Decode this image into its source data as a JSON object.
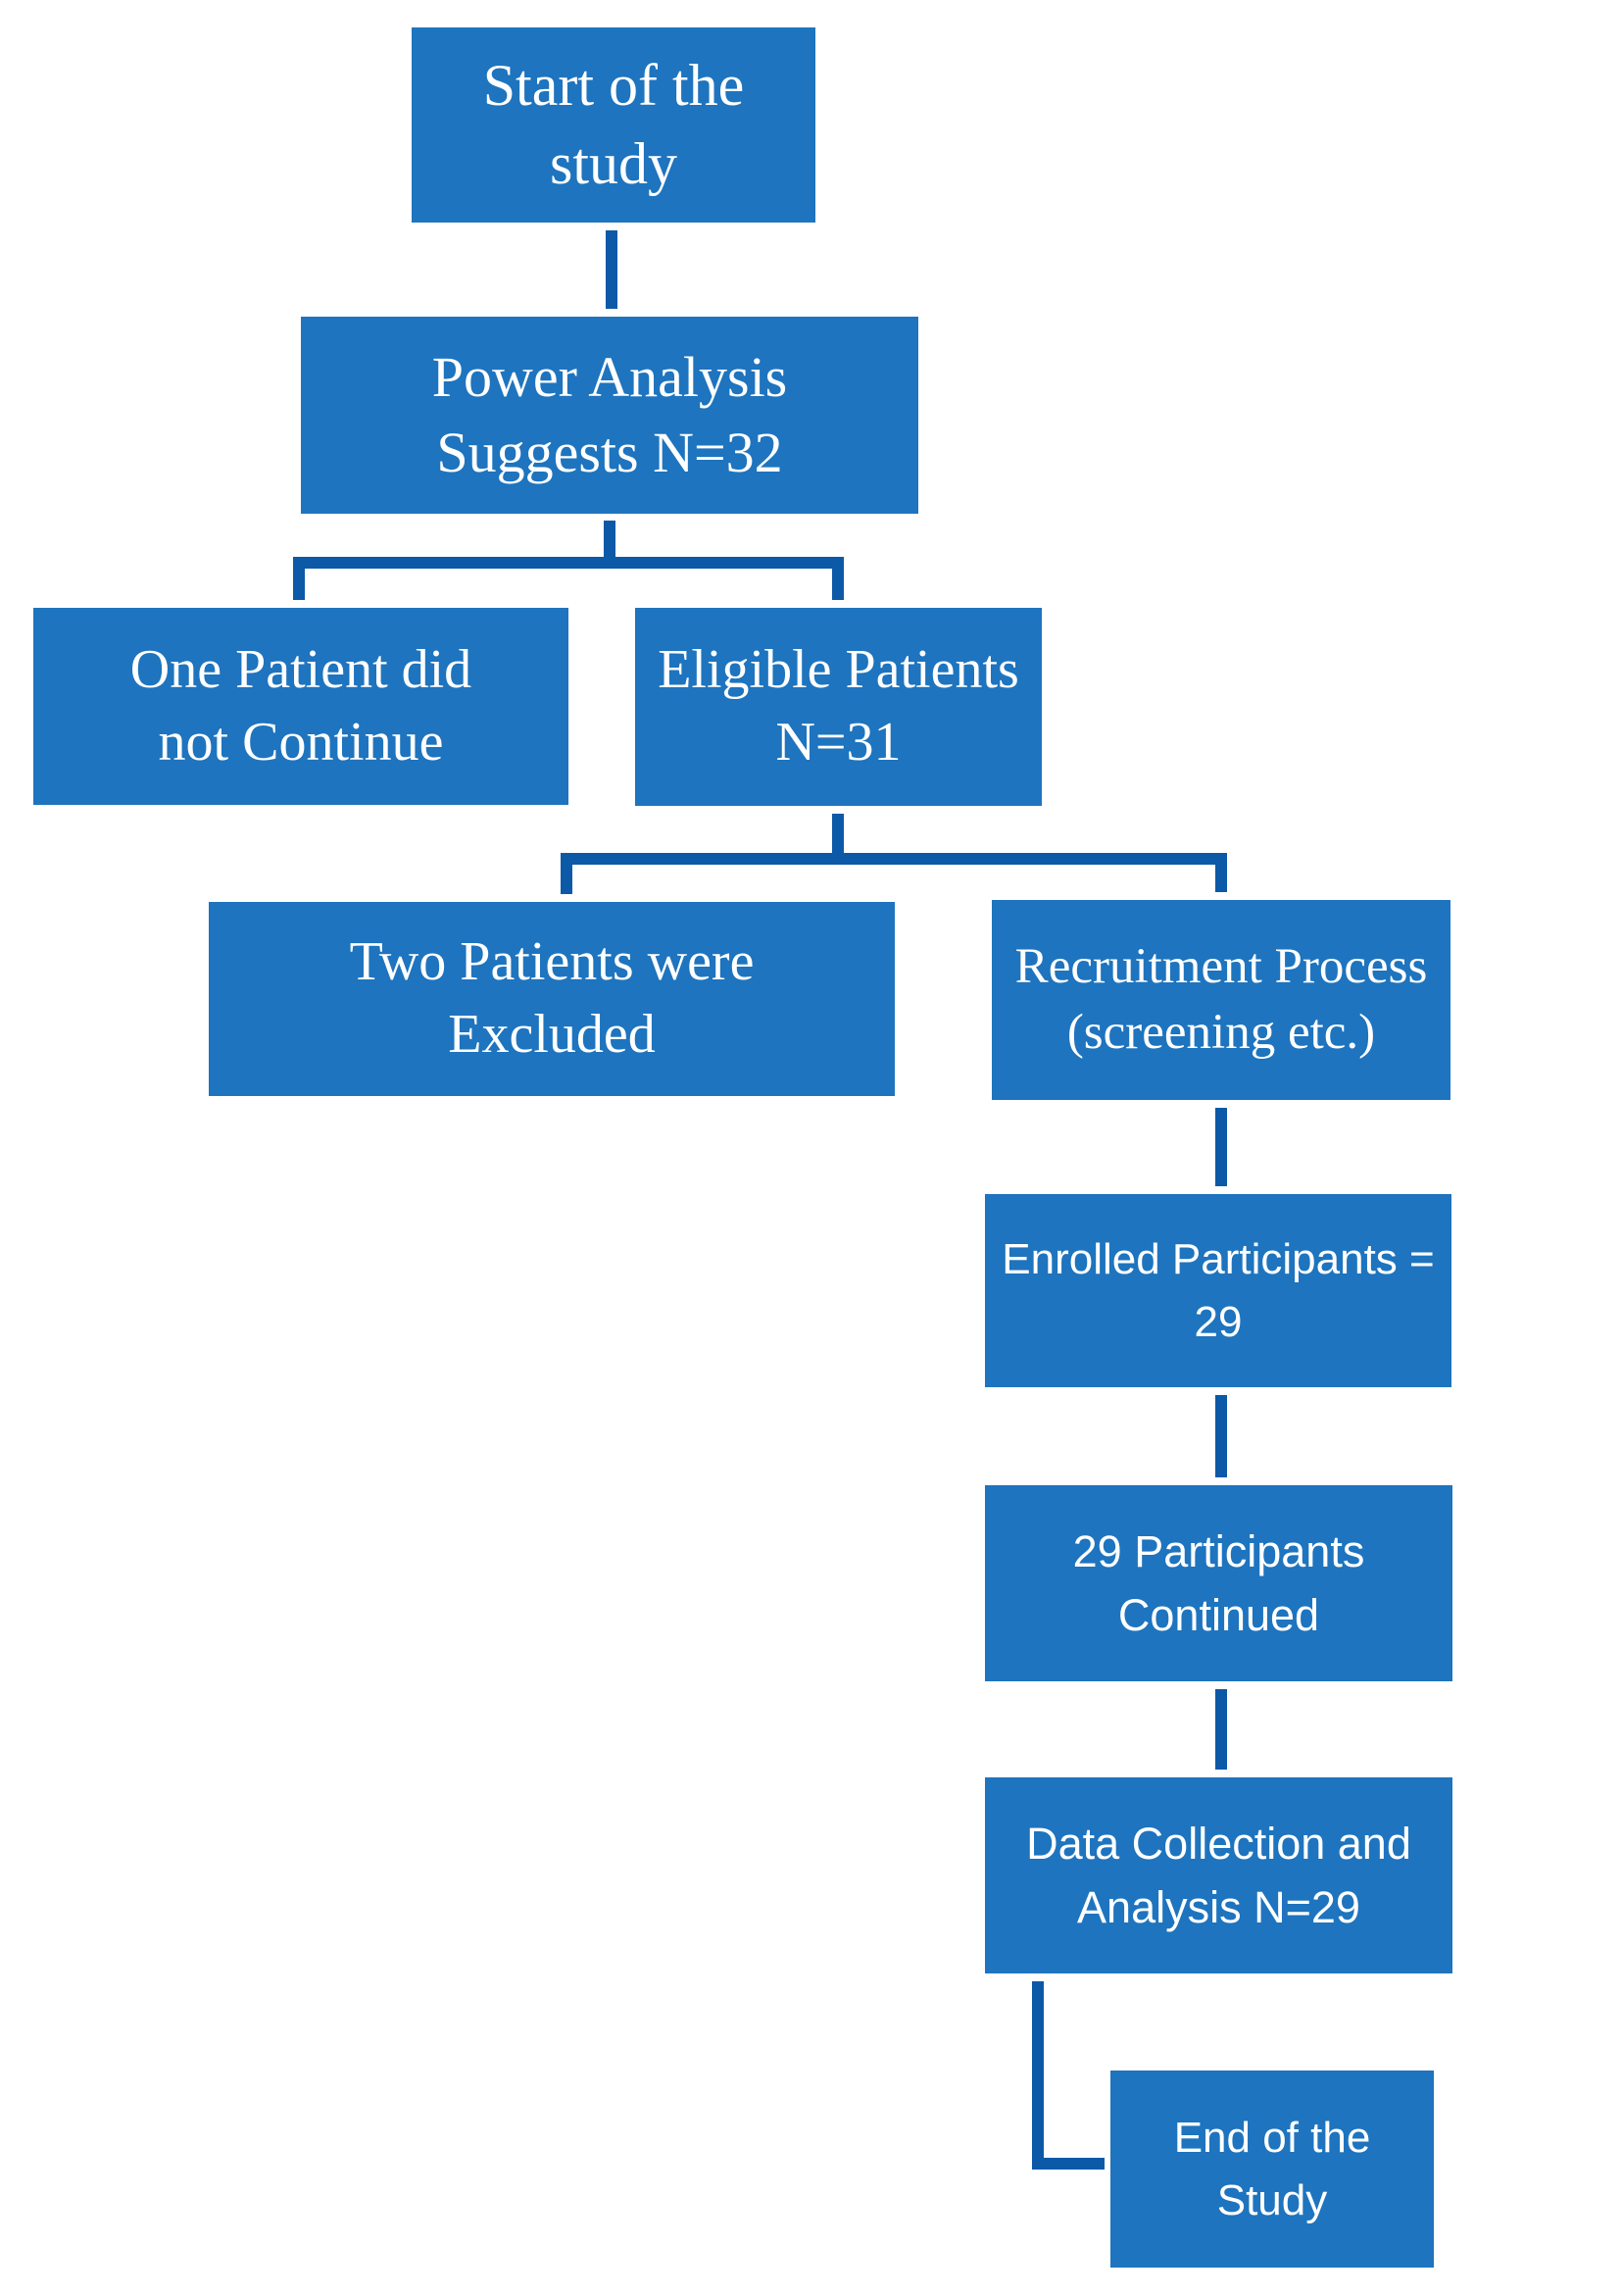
{
  "diagram": {
    "type": "flowchart",
    "background": "#FFFFFF",
    "colors": {
      "node_fill": "#1E74BE",
      "connector": "#0C59A7",
      "node_text": "#FFFFFF"
    },
    "nodes": [
      {
        "id": "start",
        "text": "Start of the\nstudy"
      },
      {
        "id": "power_analysis",
        "text": "Power Analysis\nSuggests N=32"
      },
      {
        "id": "one_patient_dropout",
        "text": "One Patient did\nnot Continue"
      },
      {
        "id": "eligible_patients",
        "text": "Eligible Patients\nN=31"
      },
      {
        "id": "two_patients_excluded",
        "text": "Two Patients were\nExcluded"
      },
      {
        "id": "recruitment_process",
        "text": "Recruitment Process\n(screening etc.)"
      },
      {
        "id": "enrolled_participants",
        "text": "Enrolled Participants =\n29"
      },
      {
        "id": "participants_continued",
        "text": "29 Participants\nContinued"
      },
      {
        "id": "data_collection",
        "text": "Data Collection and\nAnalysis N=29"
      },
      {
        "id": "end_of_study",
        "text": "End of the\nStudy"
      }
    ],
    "edges": [
      {
        "from": "start",
        "to": "power_analysis"
      },
      {
        "from": "power_analysis",
        "to": "one_patient_dropout"
      },
      {
        "from": "power_analysis",
        "to": "eligible_patients"
      },
      {
        "from": "eligible_patients",
        "to": "two_patients_excluded"
      },
      {
        "from": "eligible_patients",
        "to": "recruitment_process"
      },
      {
        "from": "recruitment_process",
        "to": "enrolled_participants"
      },
      {
        "from": "enrolled_participants",
        "to": "participants_continued"
      },
      {
        "from": "participants_continued",
        "to": "data_collection"
      },
      {
        "from": "data_collection",
        "to": "end_of_study"
      }
    ]
  }
}
